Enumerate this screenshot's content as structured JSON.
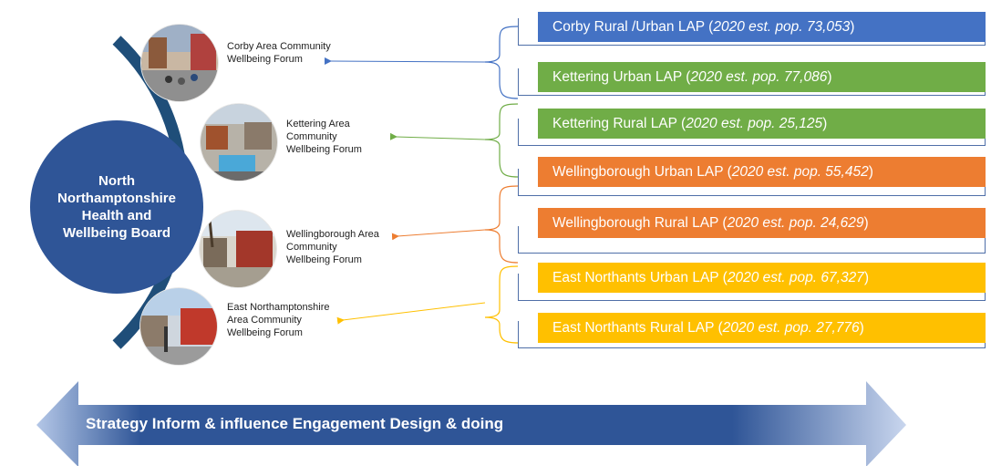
{
  "board": {
    "label": "North Northamptonshire Health and Wellbeing Board"
  },
  "forums": [
    {
      "name": "Corby Area Community Wellbeing Forum",
      "photo": "street-scene-photo"
    },
    {
      "name": "Kettering Area Community Wellbeing Forum",
      "photo": "town-aerial-photo"
    },
    {
      "name": "Wellingborough Area Community Wellbeing Forum",
      "photo": "high-street-photo"
    },
    {
      "name": "East Northamptonshire Area Community Wellbeing Forum",
      "photo": "market-street-photo"
    }
  ],
  "laps": [
    {
      "name": "Corby Rural /Urban LAP",
      "pop_text": "2020 est. pop. 73,053",
      "color": "#4472c4"
    },
    {
      "name": "Kettering Urban LAP",
      "pop_text": "2020 est. pop. 77,086",
      "color": "#70ad47"
    },
    {
      "name": "Kettering Rural LAP",
      "pop_text": "2020 est. pop. 25,125",
      "color": "#70ad47"
    },
    {
      "name": "Wellingborough Urban LAP",
      "pop_text": "2020 est. pop. 55,452",
      "color": "#ed7d31"
    },
    {
      "name": "Wellingborough Rural LAP",
      "pop_text": "2020 est. pop. 24,629",
      "color": "#ed7d31"
    },
    {
      "name": "East Northants Urban LAP",
      "pop_text": "2020 est. pop. 67,327",
      "color": "#ffc000"
    },
    {
      "name": "East Northants Rural LAP",
      "pop_text": "2020 est. pop. 27,776",
      "color": "#ffc000"
    }
  ],
  "banner": {
    "text": "Strategy Inform & influence Engagement Design & doing"
  },
  "colors": {
    "board": "#2f5597",
    "arc": "#1f4e79",
    "corby": "#4472c4",
    "kettering": "#70ad47",
    "wellingborough": "#ed7d31",
    "east_northants": "#ffc000"
  }
}
